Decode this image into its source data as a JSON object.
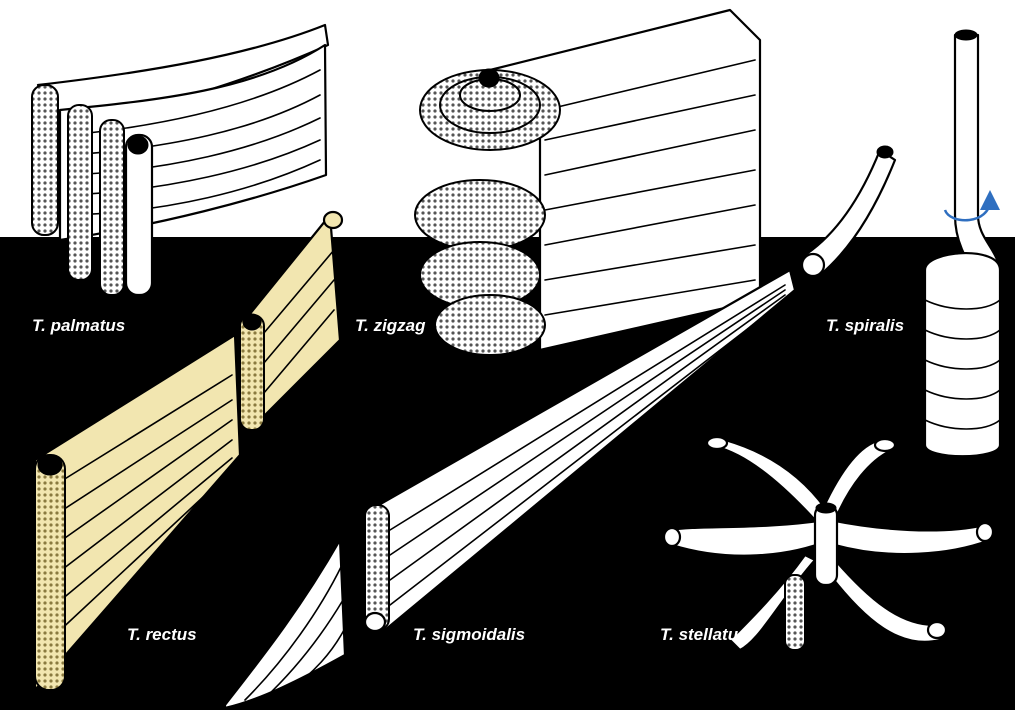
{
  "labels": {
    "palmatus": "T. palmatus",
    "zigzag": "T. zigzag",
    "spiralis": "T. spiralis",
    "rectus": "T. rectus",
    "sigmoidalis": "T. sigmoidalis",
    "stellatus": "T. stellatus"
  },
  "colors": {
    "background_band": "#000000",
    "page": "#ffffff",
    "highlight": "#f2e6b0",
    "rotation_arrow": "#2f6fc0"
  }
}
